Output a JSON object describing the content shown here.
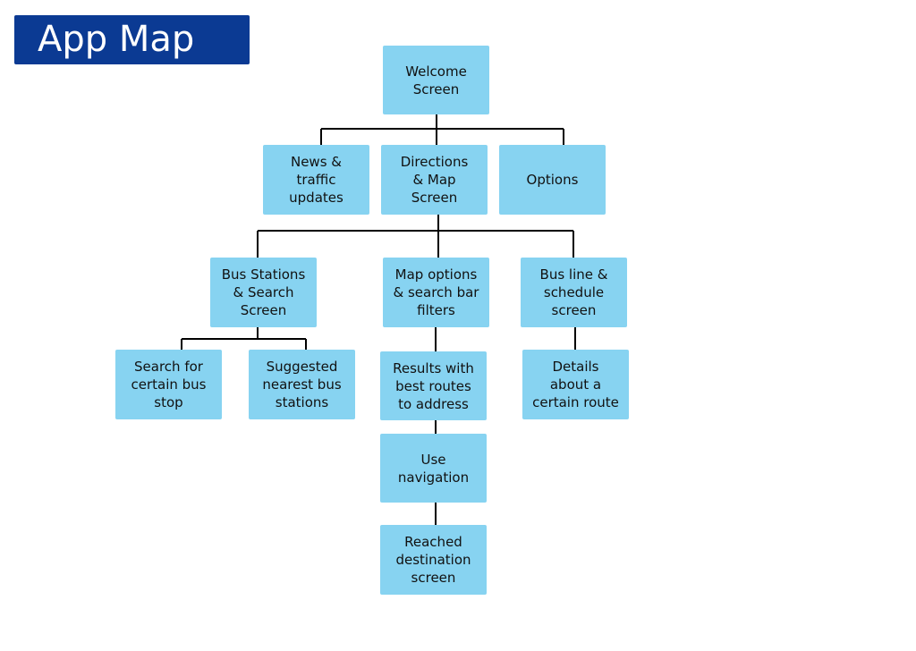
{
  "title": "App Map",
  "colors": {
    "title_bg": "#0b3a93",
    "node_fill": "#87d3f1",
    "connector": "#000000"
  },
  "nodes": {
    "welcome": "Welcome\nScreen",
    "news": "News &\ntraffic\nupdates",
    "directions": "Directions\n& Map\nScreen",
    "options": "Options",
    "bus_stations": "Bus Stations\n& Search\nScreen",
    "map_options": "Map options\n& search bar\nfilters",
    "bus_line": "Bus line &\nschedule\nscreen",
    "search_stop": "Search for\ncertain bus\nstop",
    "suggested": "Suggested\nnearest bus\nstations",
    "results": "Results with\nbest routes\nto address",
    "details": "Details\nabout a\ncertain route",
    "navigation": "Use\nnavigation",
    "reached": "Reached\ndestination\nscreen"
  },
  "edges": [
    [
      "welcome",
      "news"
    ],
    [
      "welcome",
      "directions"
    ],
    [
      "welcome",
      "options"
    ],
    [
      "directions",
      "bus_stations"
    ],
    [
      "directions",
      "map_options"
    ],
    [
      "directions",
      "bus_line"
    ],
    [
      "bus_stations",
      "search_stop"
    ],
    [
      "bus_stations",
      "suggested"
    ],
    [
      "map_options",
      "results"
    ],
    [
      "results",
      "navigation"
    ],
    [
      "navigation",
      "reached"
    ],
    [
      "bus_line",
      "details"
    ]
  ]
}
